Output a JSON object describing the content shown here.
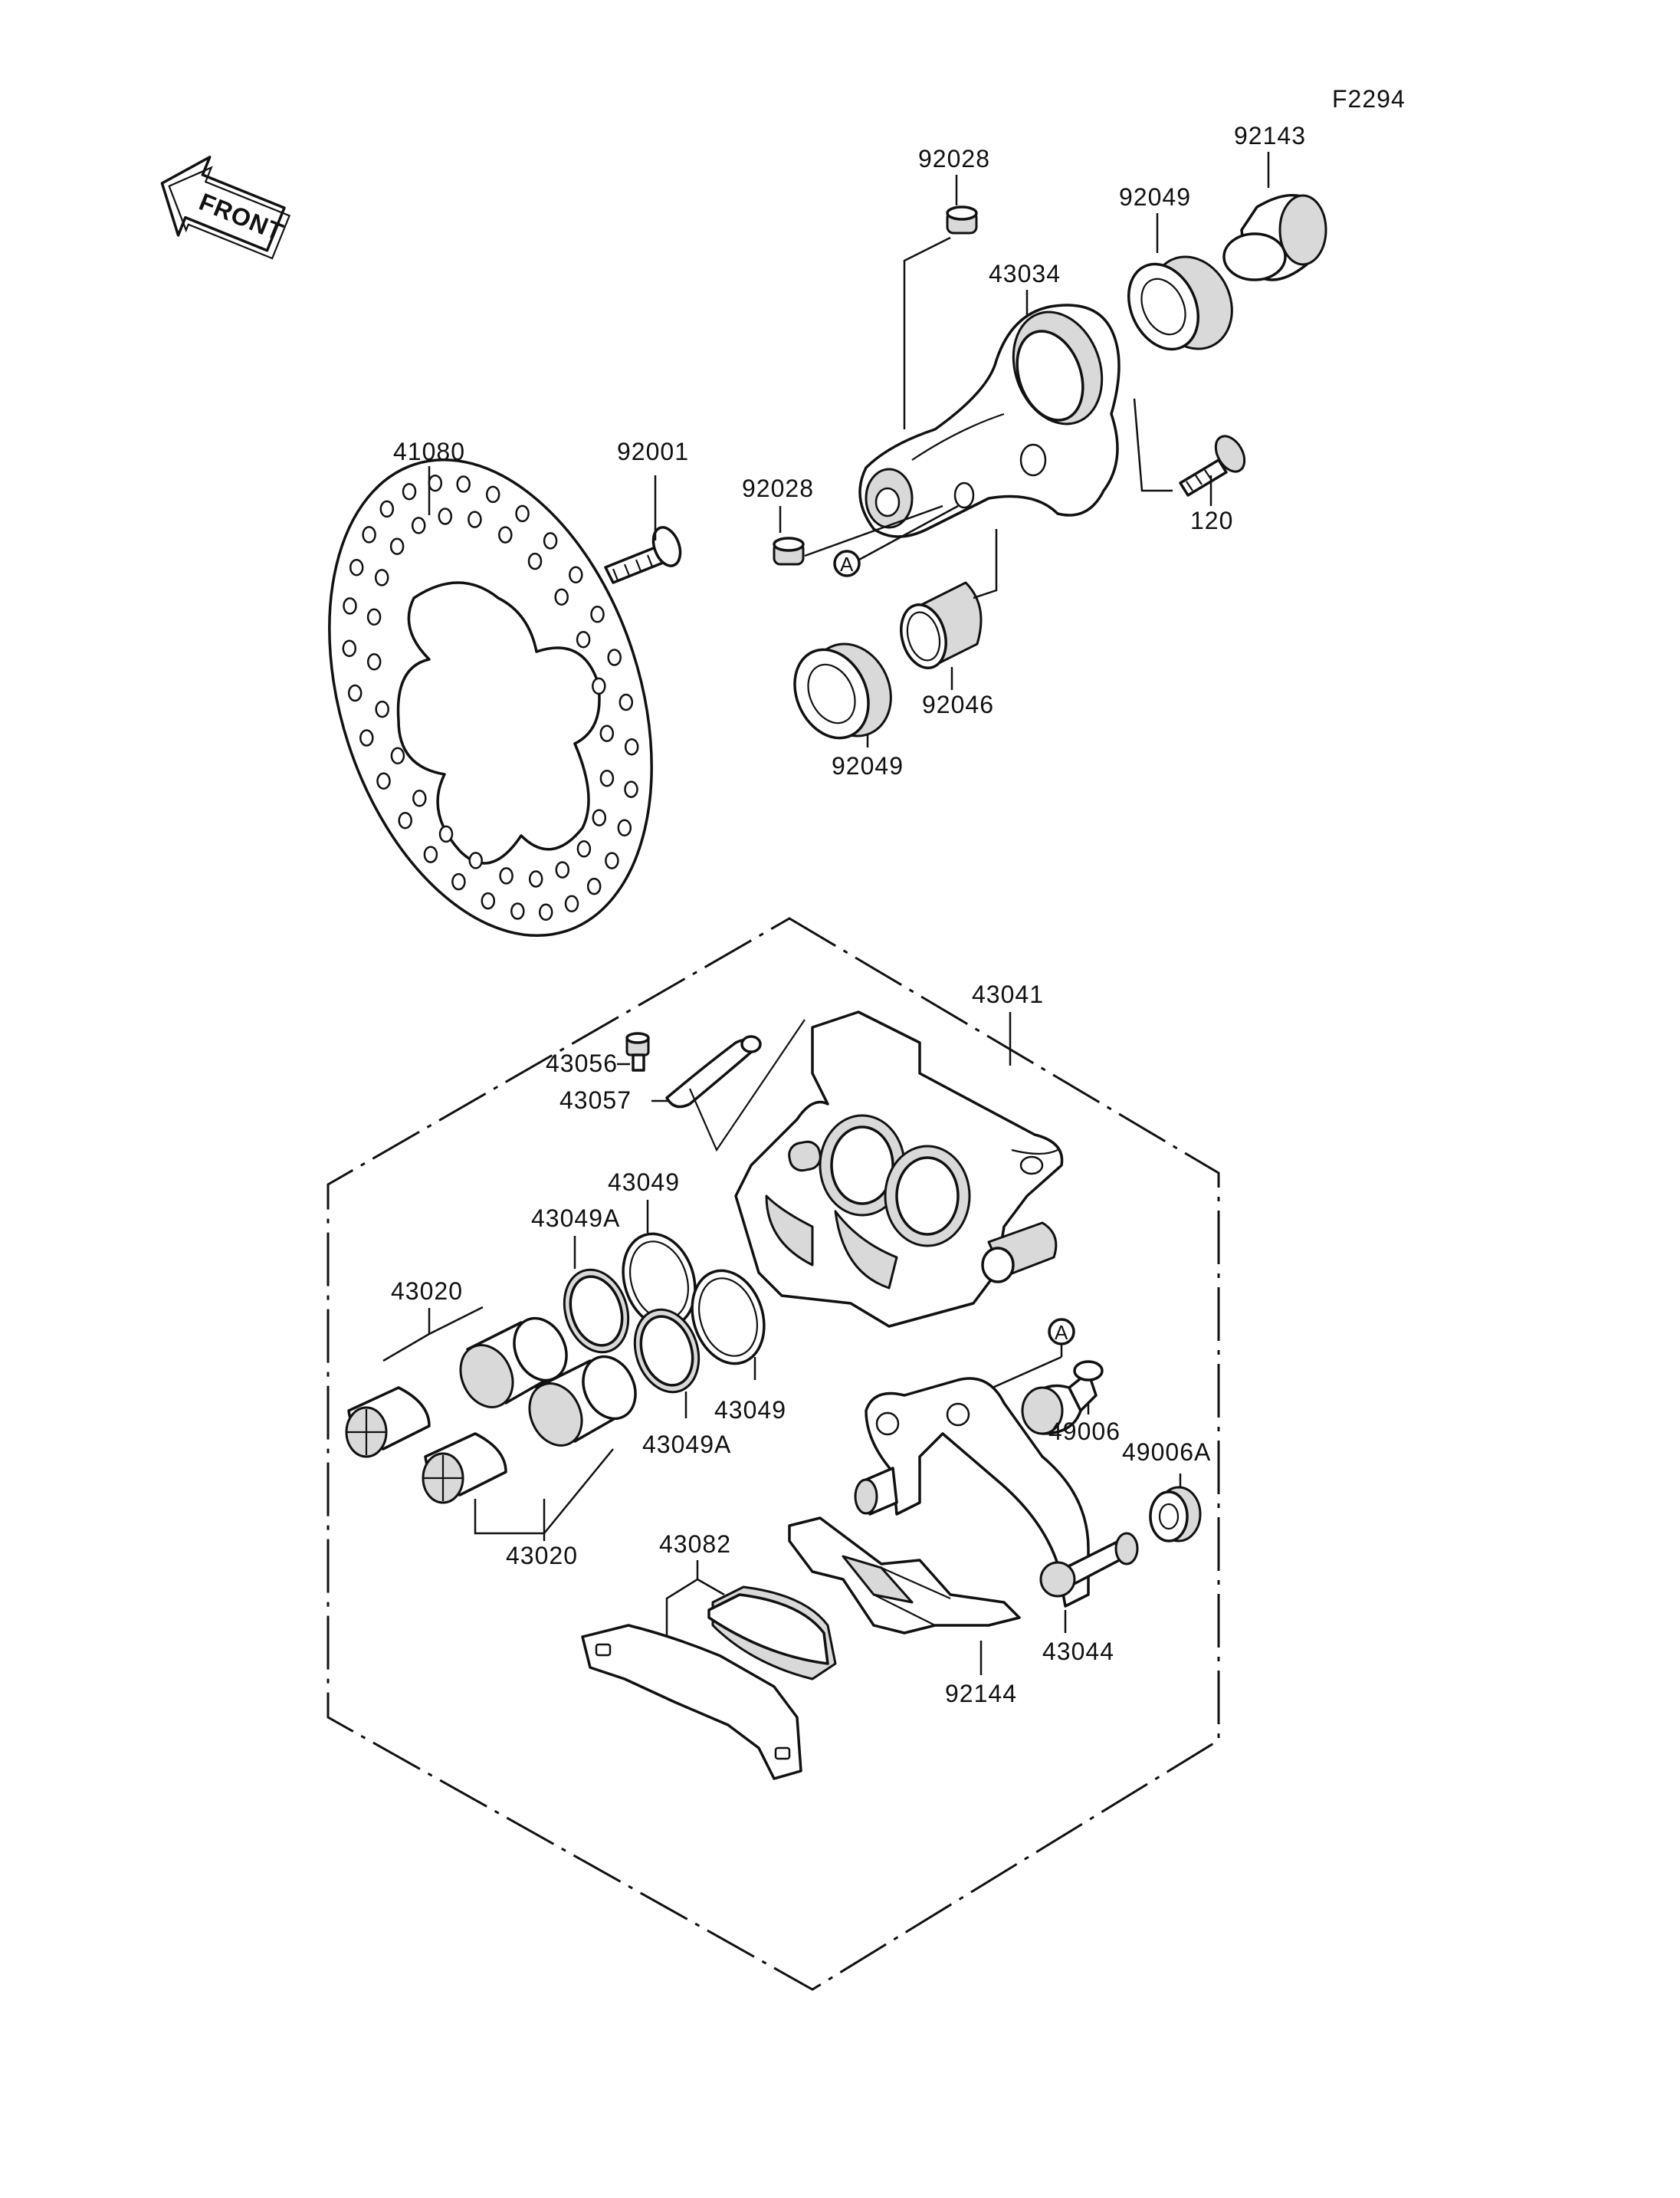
{
  "figure_id": "F2294",
  "front_label": "FRONT",
  "ref_marker": "A",
  "parts": {
    "p41080": "41080",
    "p92001": "92001",
    "p92028_top": "92028",
    "p92028_left": "92028",
    "p43034": "43034",
    "p92049_top": "92049",
    "p92049_bottom": "92049",
    "p92143": "92143",
    "p120": "120",
    "p92046": "92046",
    "p43041": "43041",
    "p43056": "43056",
    "p43057": "43057",
    "p43049_top": "43049",
    "p43049A_top": "43049A",
    "p43049_bottom": "43049",
    "p43049A_bottom": "43049A",
    "p43020_top": "43020",
    "p43020_bottom": "43020",
    "p49006": "49006",
    "p49006A": "49006A",
    "p43082": "43082",
    "p43044": "43044",
    "p92144": "92144"
  }
}
